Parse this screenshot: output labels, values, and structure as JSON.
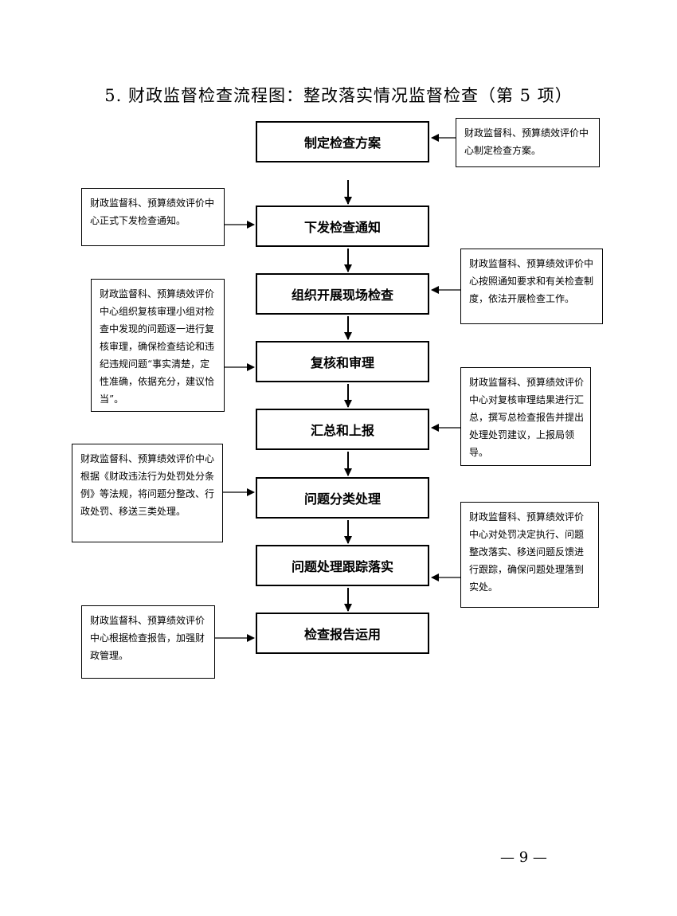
{
  "title": "5. 财政监督检查流程图：整改落实情况监督检查（第 5 项）",
  "steps": [
    "制定检查方案",
    "下发检查通知",
    "组织开展现场检查",
    "复核和审理",
    "汇总和上报",
    "问题分类处理",
    "问题处理跟踪落实",
    "检查报告运用"
  ],
  "notes": [
    {
      "side": "right",
      "step": "制定检查方案",
      "text": "财政监督科、预算绩效评价中心制定检查方案。"
    },
    {
      "side": "left",
      "step": "下发检查通知",
      "text": "财政监督科、预算绩效评价中心正式下发检查通知。"
    },
    {
      "side": "right",
      "step": "组织开展现场检查",
      "text": "财政监督科、预算绩效评价中心按照通知要求和有关检查制度，依法开展检查工作。"
    },
    {
      "side": "left",
      "step": "复核和审理",
      "text": "财政监督科、预算绩效评价中心组织复核审理小组对检查中发现的问题逐一进行复核审理，确保检查结论和违纪违规问题“事实清楚，定性准确，依据充分，建议恰当”。"
    },
    {
      "side": "right",
      "step": "汇总和上报",
      "text": "财政监督科、预算绩效评价中心对复核审理结果进行汇总，撰写总检查报告并提出处理处罚建议，上报局领导。"
    },
    {
      "side": "left",
      "step": "问题分类处理",
      "text": "财政监督科、预算绩效评价中心根据《财政违法行为处罚处分条例》等法规，将问题分整改、行政处罚、移送三类处理。"
    },
    {
      "side": "right",
      "step": "问题处理跟踪落实",
      "text": "财政监督科、预算绩效评价中心对处罚决定执行、问题整改落实、移送问题反馈进行跟踪，确保问题处理落到实处。"
    },
    {
      "side": "left",
      "step": "检查报告运用",
      "text": "财政监督科、预算绩效评价中心根据检查报告，加强财政管理。"
    }
  ],
  "page_number": "— 9 —"
}
